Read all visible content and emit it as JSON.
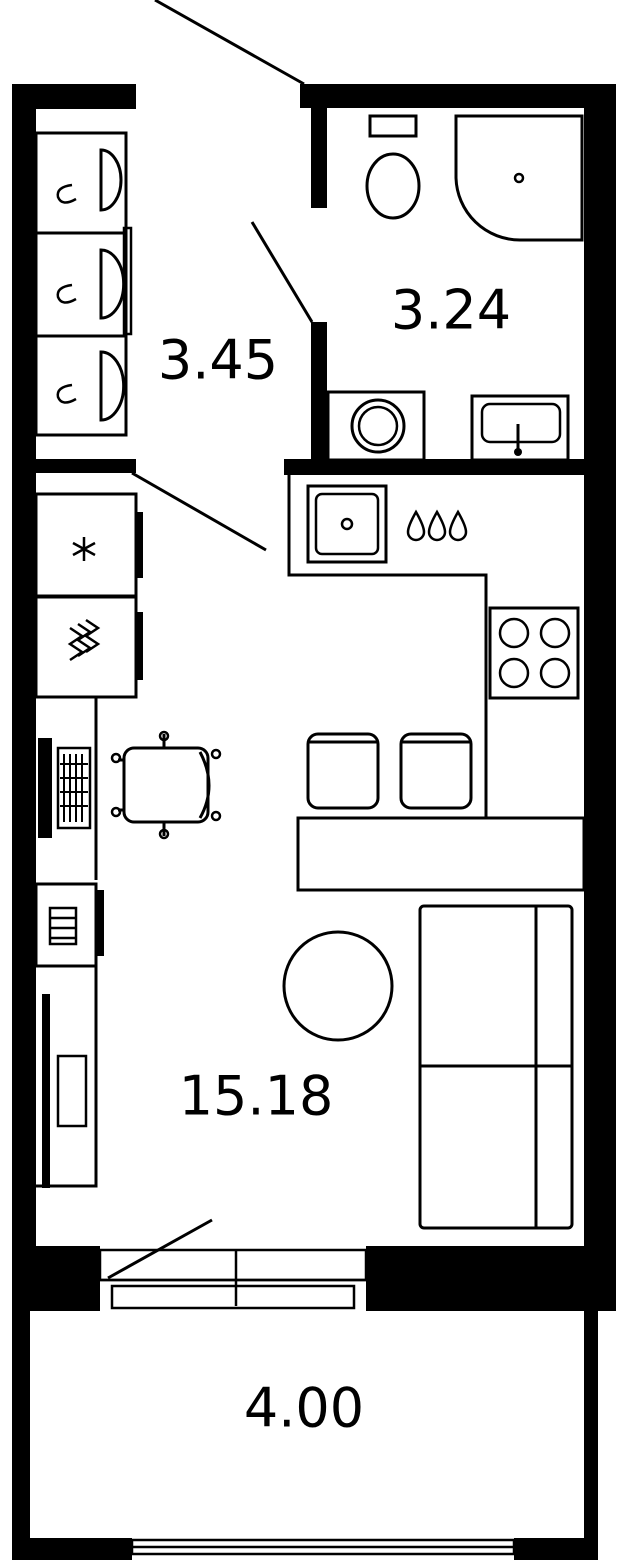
{
  "rooms": [
    {
      "id": "hallway",
      "area": "3.45"
    },
    {
      "id": "bathroom",
      "area": "3.24"
    },
    {
      "id": "living-kitchen",
      "area": "15.18"
    },
    {
      "id": "balcony",
      "area": "4.00"
    }
  ],
  "colors": {
    "wall": "#000000",
    "background": "#ffffff"
  },
  "icons": [
    "hanger-icon",
    "toilet-icon",
    "shower-icon",
    "washing-machine-icon",
    "washbasin-icon",
    "sink-icon",
    "water-drops-icon",
    "hob-icon",
    "fridge-icon",
    "heater-icon",
    "desk-icon",
    "keyboard-icon",
    "chair-icon",
    "stool-icon",
    "radiator-icon",
    "tv-unit-icon",
    "round-table-icon",
    "sofa-icon",
    "window-icon",
    "door-icon"
  ]
}
